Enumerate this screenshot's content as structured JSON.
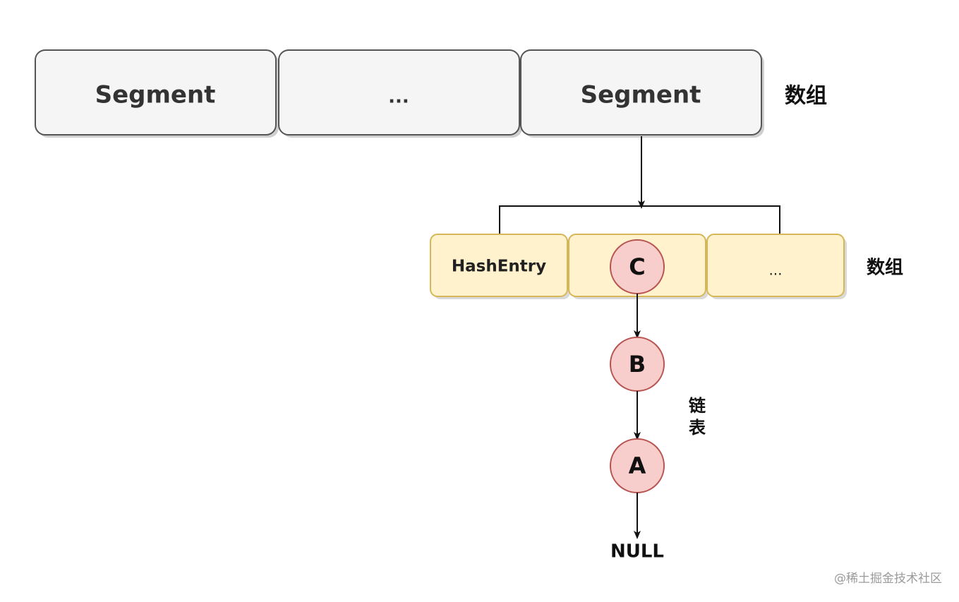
{
  "segments": [
    {
      "label": "Segment"
    },
    {
      "label": "..."
    },
    {
      "label": "Segment"
    }
  ],
  "segment_array_label": "数组",
  "entries": [
    {
      "label": "HashEntry"
    },
    {
      "label": ""
    },
    {
      "label": "..."
    }
  ],
  "entry_array_label": "数组",
  "linked_nodes": [
    {
      "label": "C"
    },
    {
      "label": "B"
    },
    {
      "label": "A"
    }
  ],
  "linked_list_label_line1": "链",
  "linked_list_label_line2": "表",
  "null_label": "NULL",
  "watermark": "@稀土掘金技术社区",
  "colors": {
    "segment_fill": "#f5f5f5",
    "segment_stroke": "#555555",
    "entry_fill": "#fff2cc",
    "entry_stroke": "#d6b656",
    "node_fill": "#f8cecc",
    "node_stroke": "#b85450",
    "line": "#111111"
  }
}
